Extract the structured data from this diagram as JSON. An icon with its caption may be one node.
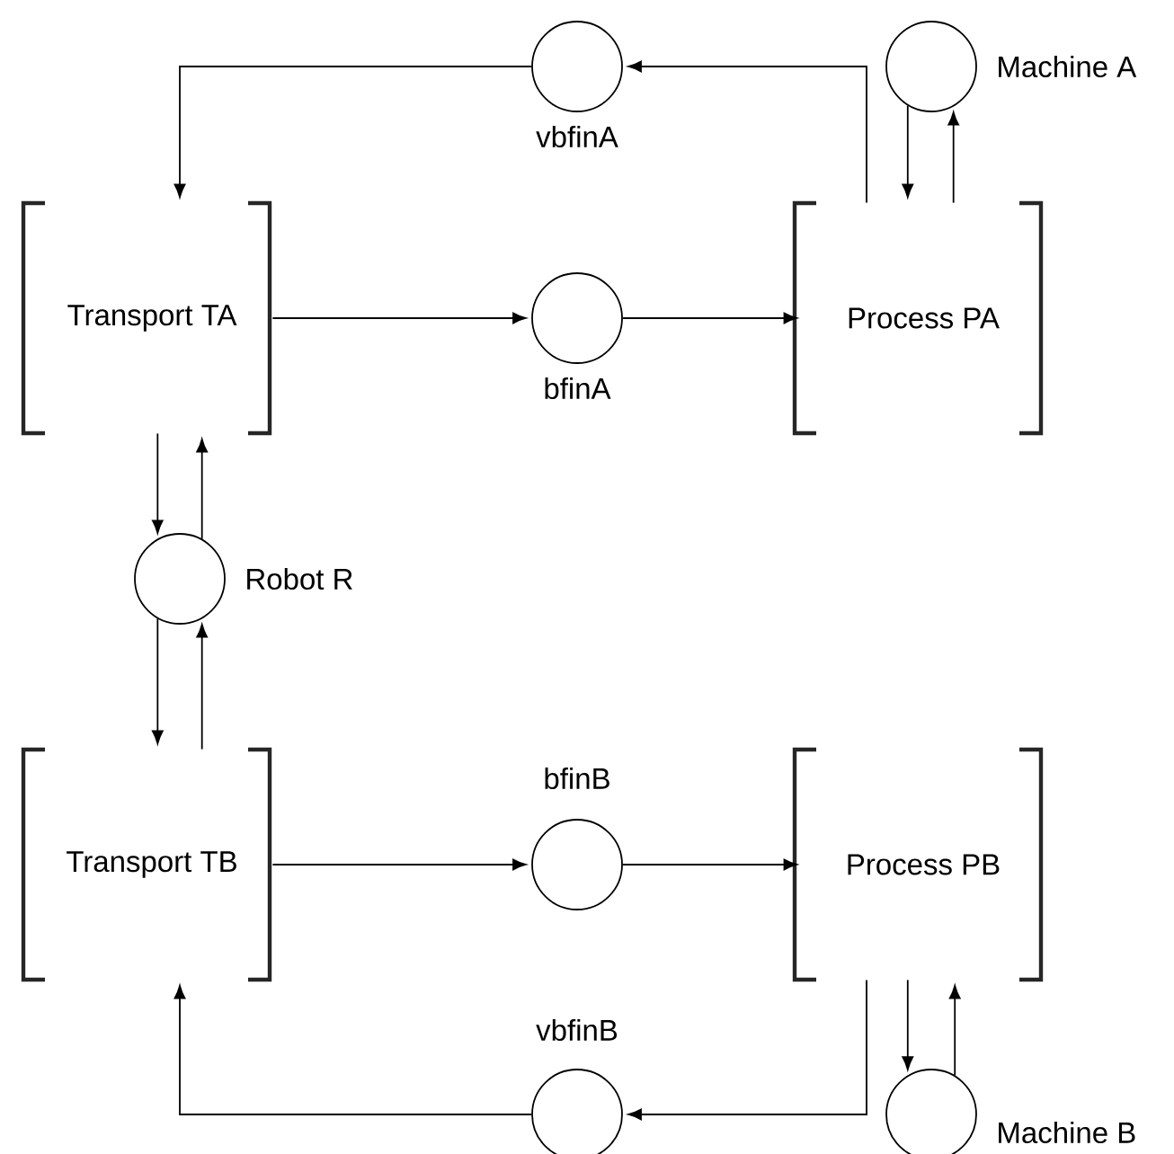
{
  "diagram": {
    "nodes": [
      {
        "text": [],
        "shape": "circle",
        "beside": [
          "vbfinA"
        ]
      },
      {
        "text": [],
        "shape": "circle",
        "beside": [
          "Machine A"
        ]
      },
      {
        "text": [
          "Transport TA"
        ]
      },
      {
        "text": [],
        "shape": "circle",
        "beside": [
          "bfinA"
        ]
      },
      {
        "text": [
          "Process PA"
        ]
      },
      {
        "text": [],
        "shape": "circle",
        "beside": [
          "Robot R"
        ]
      },
      {
        "text": [
          "Transport TB"
        ]
      },
      {
        "text": [],
        "shape": "circle",
        "beside": [
          "bfinB"
        ]
      },
      {
        "text": [
          "Process PB"
        ]
      },
      {
        "text": [],
        "shape": "circle",
        "beside": [
          "vbfinB"
        ]
      },
      {
        "text": [],
        "shape": "circle",
        "beside": [
          "Machine B"
        ]
      }
    ],
    "edges": [
      {
        "from": 4,
        "to": 0,
        "arrow": "to"
      },
      {
        "from": 0,
        "to": 2,
        "arrow": "to"
      },
      {
        "from": 2,
        "to": 3,
        "arrow": "to"
      },
      {
        "from": 3,
        "to": 4,
        "arrow": "to"
      },
      {
        "from": 1,
        "to": 4,
        "arrow": "to"
      },
      {
        "from": 4,
        "to": 1,
        "arrow": "to"
      },
      {
        "from": 2,
        "to": 5,
        "arrow": "to"
      },
      {
        "from": 5,
        "to": 2,
        "arrow": "to"
      },
      {
        "from": 5,
        "to": 6,
        "arrow": "to"
      },
      {
        "from": 6,
        "to": 5,
        "arrow": "to"
      },
      {
        "from": 6,
        "to": 7,
        "arrow": "to"
      },
      {
        "from": 7,
        "to": 8,
        "arrow": "to"
      },
      {
        "from": 8,
        "to": 9,
        "arrow": "to"
      },
      {
        "from": 9,
        "to": 6,
        "arrow": "to"
      },
      {
        "from": 8,
        "to": 10,
        "arrow": "to"
      },
      {
        "from": 10,
        "to": 8,
        "arrow": "to"
      }
    ]
  }
}
